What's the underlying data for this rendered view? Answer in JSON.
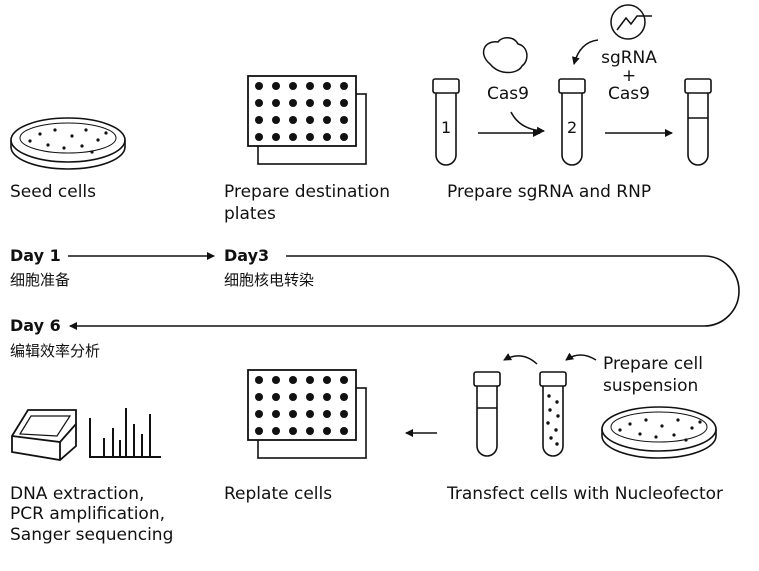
{
  "steps": {
    "seed_cells": "Seed cells",
    "prepare_plates": [
      "Prepare destination",
      "plates"
    ],
    "prepare_rnp": "Prepare sgRNA and RNP",
    "replate": "Replate cells",
    "transfect": "Transfect cells with Nucleofector",
    "prepare_suspension": [
      "Prepare cell",
      "suspension"
    ],
    "analysis": [
      "DNA extraction,",
      "PCR amplification,",
      "Sanger sequencing"
    ]
  },
  "rnp": {
    "cas9": "Cas9",
    "sgrna": "sgRNA",
    "plus": "+",
    "cas9_2": "Cas9",
    "tube1": "1",
    "tube2": "2"
  },
  "timeline": {
    "day1": "Day 1",
    "day1_cn": "细胞准备",
    "day3": "Day3",
    "day3_cn": "细胞核电转染",
    "day6": "Day 6",
    "day6_cn": "编辑效率分析"
  }
}
